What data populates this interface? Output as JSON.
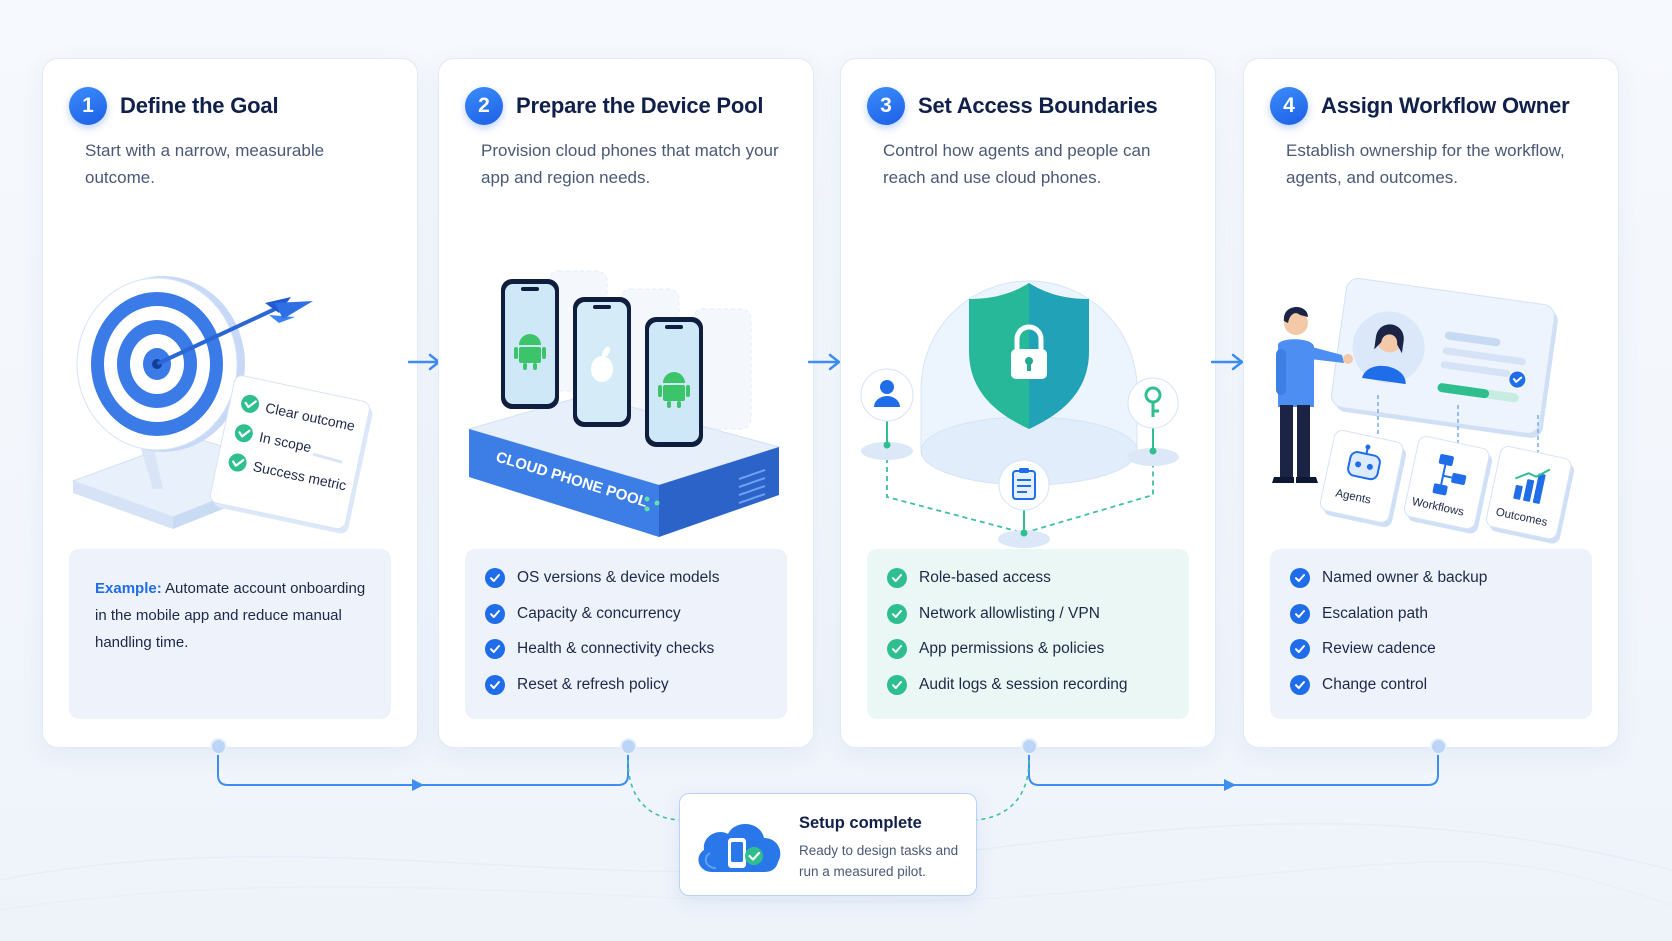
{
  "steps": [
    {
      "number": "1",
      "title": "Define the Goal",
      "description": "Start with a narrow, measurable outcome.",
      "illustration_labels": [
        "Clear outcome",
        "In scope",
        "Success metric"
      ],
      "example_label": "Example:",
      "example_text": "Automate account onboarding in the mobile app and reduce manual handling time."
    },
    {
      "number": "2",
      "title": "Prepare the Device Pool",
      "description": "Provision cloud phones that match your app and region needs.",
      "illustration_label": "CLOUD PHONE POOL",
      "checklist": [
        "OS versions & device models",
        "Capacity & concurrency",
        "Health & connectivity checks",
        "Reset & refresh policy"
      ]
    },
    {
      "number": "3",
      "title": "Set Access Boundaries",
      "description": "Control how agents and people can reach and use cloud phones.",
      "checklist": [
        "Role-based access",
        "Network allowlisting / VPN",
        "App permissions & policies",
        "Audit logs & session recording"
      ]
    },
    {
      "number": "4",
      "title": "Assign Workflow Owner",
      "description": "Establish ownership for the workflow, agents, and outcomes.",
      "illustration_labels": [
        "Agents",
        "Workflows",
        "Outcomes"
      ],
      "checklist": [
        "Named owner & backup",
        "Escalation path",
        "Review cadence",
        "Change control"
      ]
    }
  ],
  "setup": {
    "title": "Setup complete",
    "description": "Ready to design tasks and run a measured pilot."
  },
  "icons": {
    "step_arrows": "arrow-right-icon",
    "checks": "check-circle-icon",
    "target": "target-icon",
    "phones": "phone-icon",
    "shield": "shield-lock-icon",
    "person": "person-icon",
    "cloud": "cloud-phone-icon"
  },
  "colors": {
    "accent_blue": "#1f6de8",
    "accent_green": "#2fbf8f",
    "title_text": "#10204a",
    "body_text": "#4a5876",
    "panel_blue": "#eef3fb",
    "panel_green": "#eaf7f4"
  }
}
